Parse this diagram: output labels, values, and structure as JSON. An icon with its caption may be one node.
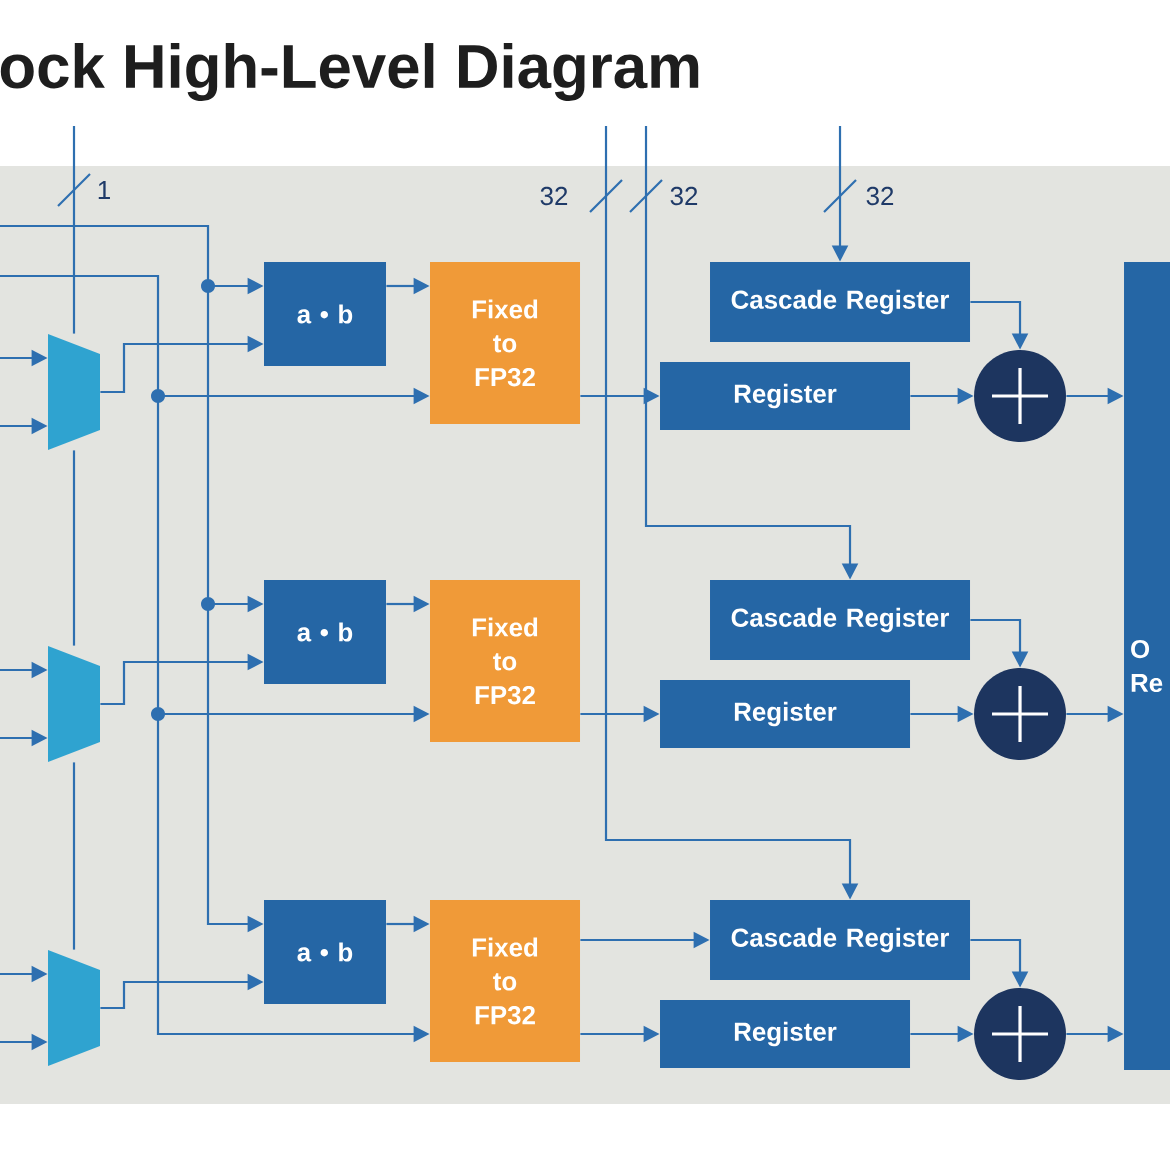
{
  "diagram": {
    "title": "ock High-Level Diagram",
    "nodes": [
      {
        "text": [],
        "shape": "trapezoid"
      },
      {
        "text": [
          "a • b"
        ]
      },
      {
        "text": [
          "Fixed to FP32"
        ]
      },
      {
        "text": [
          "Cascade Register"
        ]
      },
      {
        "text": [
          "Register"
        ]
      },
      {
        "text": [],
        "shape": "circle"
      },
      {
        "text": [
          "O Re"
        ]
      },
      {
        "text": [],
        "shape": "trapezoid"
      },
      {
        "text": [
          "a • b"
        ]
      },
      {
        "text": [
          "Fixed to FP32"
        ]
      },
      {
        "text": [
          "Cascade Register"
        ]
      },
      {
        "text": [
          "Register"
        ]
      },
      {
        "text": [],
        "shape": "circle"
      },
      {
        "text": [],
        "shape": "trapezoid"
      },
      {
        "text": [
          "a • b"
        ]
      },
      {
        "text": [
          "Fixed to FP32"
        ]
      },
      {
        "text": [
          "Cascade Register"
        ]
      },
      {
        "text": [
          "Register"
        ]
      },
      {
        "text": [],
        "shape": "circle"
      }
    ],
    "edges": [
      {
        "from": 0,
        "to": 1,
        "arrow": "to"
      },
      {
        "from": 1,
        "to": 2,
        "arrow": "to"
      },
      {
        "from": 2,
        "to": 4,
        "arrow": "to"
      },
      {
        "from": 3,
        "to": 5,
        "arrow": "to"
      },
      {
        "from": 4,
        "to": 5,
        "arrow": "to"
      },
      {
        "from": 5,
        "to": 6,
        "arrow": "to"
      },
      {
        "from": 7,
        "to": 8,
        "arrow": "to"
      },
      {
        "from": 8,
        "to": 9,
        "arrow": "to"
      },
      {
        "from": 9,
        "to": 11,
        "arrow": "to"
      },
      {
        "from": 10,
        "to": 12,
        "arrow": "to"
      },
      {
        "from": 11,
        "to": 12,
        "arrow": "to"
      },
      {
        "from": 12,
        "to": 6,
        "arrow": "to"
      },
      {
        "from": 13,
        "to": 14,
        "arrow": "to"
      },
      {
        "from": 14,
        "to": 15,
        "arrow": "to"
      },
      {
        "from": 15,
        "to": 16,
        "arrow": "to"
      },
      {
        "from": 15,
        "to": 17,
        "arrow": "to"
      },
      {
        "from": 16,
        "to": 18,
        "arrow": "to"
      },
      {
        "from": 17,
        "to": 18,
        "arrow": "to"
      },
      {
        "from": 18,
        "to": 6,
        "arrow": "to"
      },
      {
        "from": null,
        "to": 3,
        "arrow": "to"
      },
      {
        "from": null,
        "to": 10,
        "arrow": "to"
      },
      {
        "from": null,
        "to": 16,
        "arrow": "to"
      },
      {
        "from": null,
        "to": 1,
        "arrow": "to"
      },
      {
        "from": null,
        "to": 8,
        "arrow": "to"
      },
      {
        "from": null,
        "to": 14,
        "arrow": "to"
      },
      {
        "from": null,
        "to": 2,
        "arrow": "to"
      },
      {
        "from": null,
        "to": 9,
        "arrow": "to"
      },
      {
        "from": null,
        "to": 15,
        "arrow": "to"
      },
      {
        "from": null,
        "to": 0,
        "arrow": "to"
      },
      {
        "from": null,
        "to": 0,
        "arrow": "to"
      },
      {
        "from": null,
        "to": 7,
        "arrow": "to"
      },
      {
        "from": null,
        "to": 7,
        "arrow": "to"
      },
      {
        "from": null,
        "to": 13,
        "arrow": "to"
      },
      {
        "from": null,
        "to": 13,
        "arrow": "to"
      },
      {
        "from": null,
        "to": 0,
        "arrow": "none"
      },
      {
        "from": 0,
        "to": 7,
        "arrow": "none"
      },
      {
        "from": 7,
        "to": 13,
        "arrow": "none"
      }
    ],
    "labels": [
      "1",
      "32",
      "32",
      "32"
    ]
  }
}
